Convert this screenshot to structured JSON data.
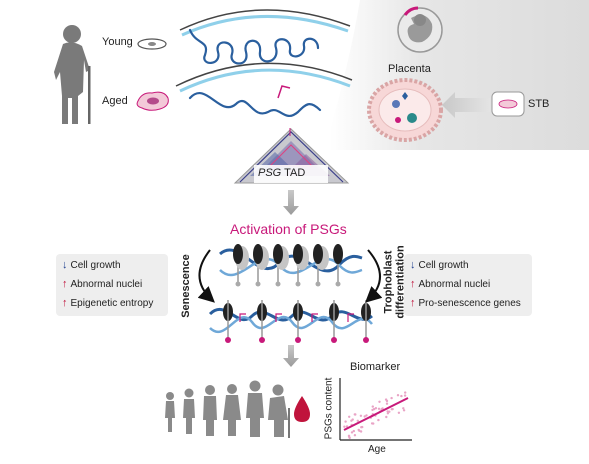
{
  "top": {
    "young_label": "Young",
    "aged_label": "Aged",
    "placenta_label": "Placenta",
    "stb_label": "STB",
    "tad_label_italic": "PSG",
    "tad_label_rest": " TAD"
  },
  "center": {
    "activation_title": "Activation of PSGs"
  },
  "left_panel": {
    "side_label": "Senescence",
    "items": [
      {
        "arrow": "down",
        "text": "Cell growth"
      },
      {
        "arrow": "up",
        "text": "Abnormal nuclei"
      },
      {
        "arrow": "up",
        "text": "Epigenetic entropy"
      }
    ]
  },
  "right_panel": {
    "side_label_line1": "Trophoblast",
    "side_label_line2": "differentiation",
    "items": [
      {
        "arrow": "down",
        "text": "Cell growth"
      },
      {
        "arrow": "up",
        "text": "Abnormal nuclei"
      },
      {
        "arrow": "up",
        "text": "Pro-senescence genes"
      }
    ]
  },
  "bottom": {
    "biomarker_label": "Biomarker",
    "ylabel": "PSGs content",
    "xlabel": "Age"
  },
  "colors": {
    "accent_magenta": "#c8197a",
    "dna_blue": "#2a5f9e",
    "chromatin_light": "#7fc6e6",
    "gray_fig": "#7a7a7a",
    "placenta_pink": "#f2c6c6"
  }
}
